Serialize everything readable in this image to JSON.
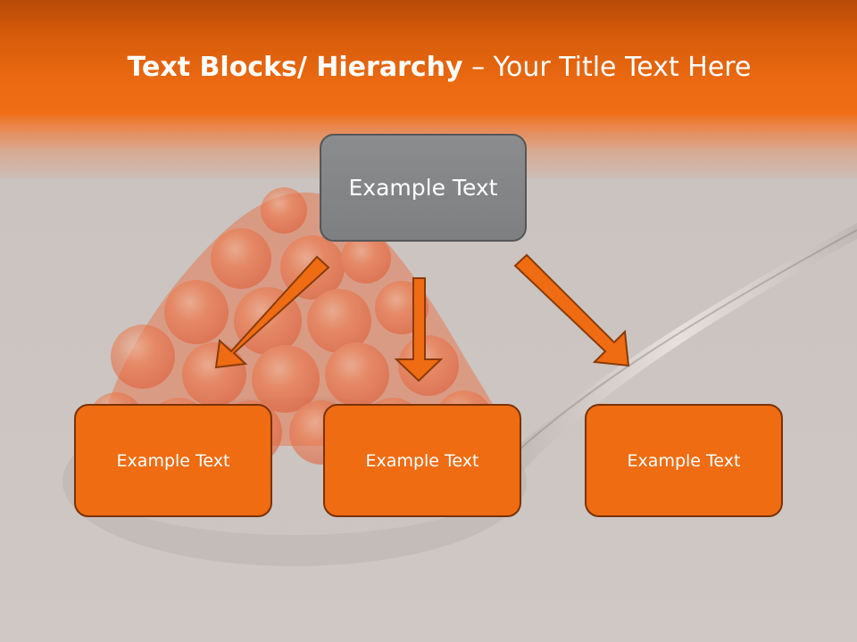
{
  "title": {
    "bold": "Text Blocks/ Hierarchy",
    "separator": " – ",
    "regular": "Your Title Text Here"
  },
  "hierarchy": {
    "root": {
      "label": "Example Text"
    },
    "children": [
      {
        "label": "Example Text"
      },
      {
        "label": "Example Text"
      },
      {
        "label": "Example Text"
      }
    ]
  },
  "colors": {
    "accent": "#ef6c12",
    "accent_border": "#7a3207",
    "root_fill": "#858688",
    "background": "#cac3bf"
  },
  "icons": {
    "background_picture": "caviar-spoon-image",
    "connector": "arrow-down-icon"
  }
}
